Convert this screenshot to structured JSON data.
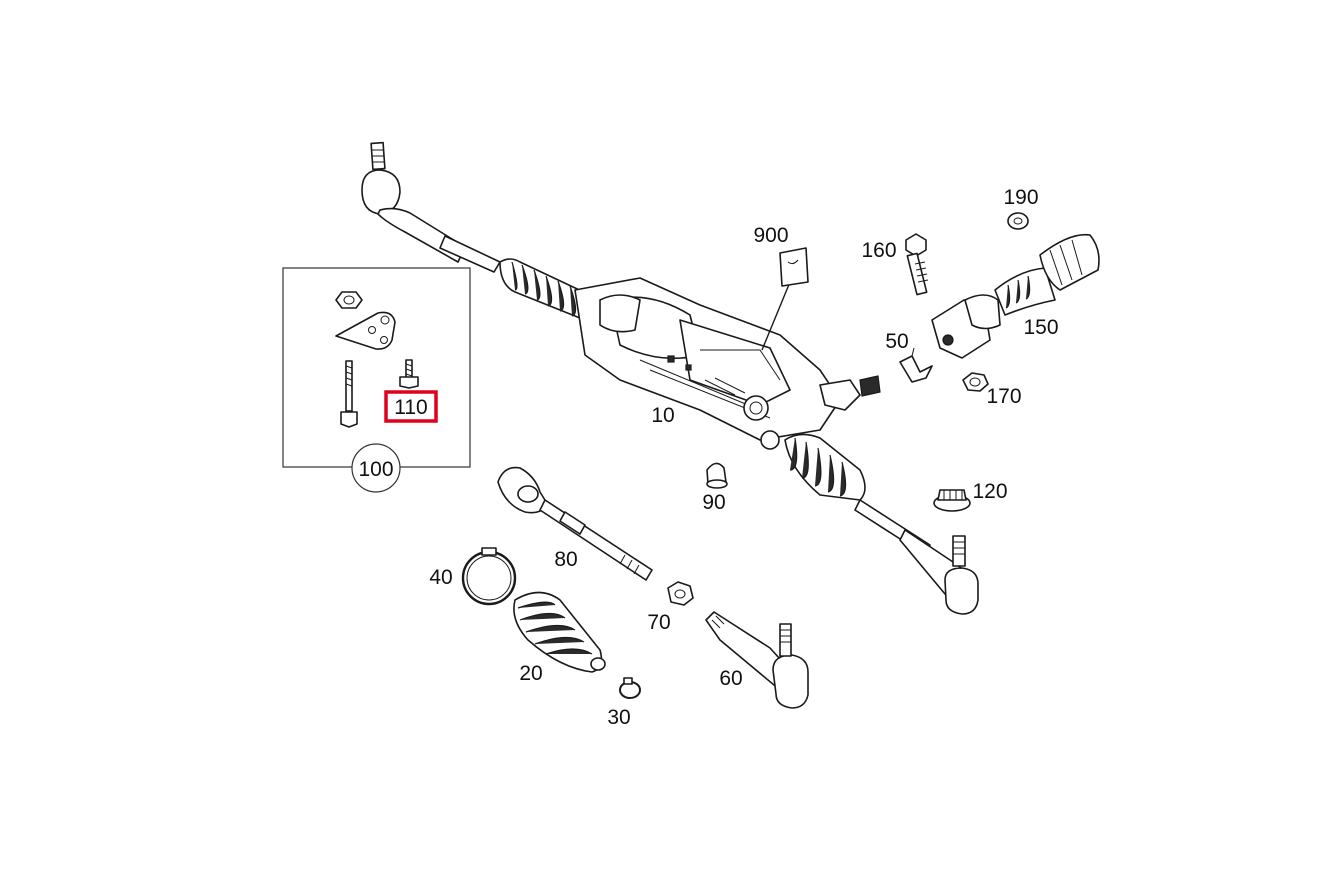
{
  "highlight_color": "#e0001b",
  "callouts": {
    "p10": "10",
    "p20": "20",
    "p30": "30",
    "p40": "40",
    "p50": "50",
    "p60": "60",
    "p70": "70",
    "p80": "80",
    "p90": "90",
    "p100": "100",
    "p110": "110",
    "p120": "120",
    "p150": "150",
    "p160": "160",
    "p170": "170",
    "p190": "190",
    "p900": "900"
  },
  "highlighted_callout": "110"
}
